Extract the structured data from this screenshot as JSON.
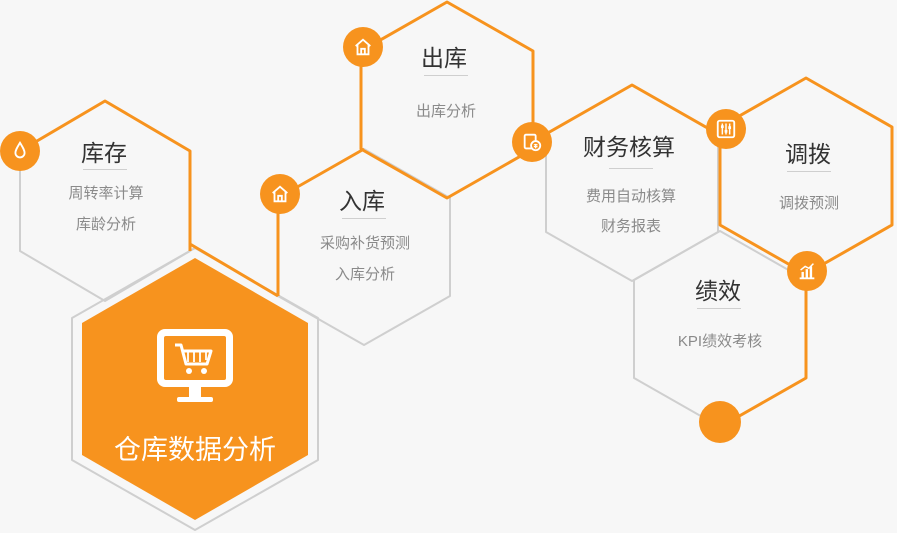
{
  "modules": {
    "kucun": {
      "title": "库存",
      "items": [
        "周转率计算",
        "库龄分析"
      ]
    },
    "chuku": {
      "title": "出库",
      "items": [
        "出库分析"
      ]
    },
    "ruku": {
      "title": "入库",
      "items": [
        "采购补货预测",
        "入库分析"
      ]
    },
    "caiwu": {
      "title": "财务核算",
      "items": [
        "费用自动核算",
        "财务报表"
      ]
    },
    "diaobo": {
      "title": "调拨",
      "items": [
        "调拨预测"
      ]
    },
    "jixiao": {
      "title": "绩效",
      "items": [
        "KPI绩效考核"
      ]
    },
    "center": {
      "title": "仓库数据分析"
    }
  },
  "colors": {
    "accent": "#f7931e",
    "gray_stroke": "#cfcfcf",
    "title": "#333333",
    "text": "#8a8a8a"
  },
  "icons": [
    "water-drop-icon",
    "home-icon",
    "finance-icon",
    "settings-icon",
    "chart-icon",
    "shopping-cart-monitor-icon"
  ]
}
